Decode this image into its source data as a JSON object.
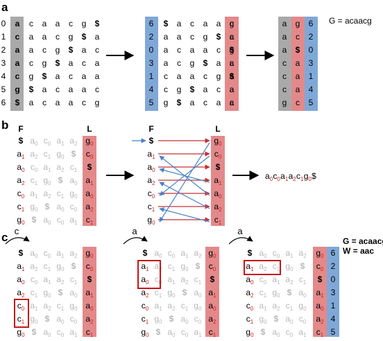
{
  "panel_labels": {
    "a": "a",
    "b": "b",
    "c": "c"
  },
  "colors": {
    "gray_column": "#a9a9a9",
    "red_column": "#e3898a",
    "blue_column": "#7fa8d8",
    "red_text": "#d01e1e",
    "blue_arrow": "#4a82c8",
    "red_arrow": "#c83030",
    "light_text": "#b8b8b8",
    "box": "#c81414"
  },
  "panel_a": {
    "genome_label": "G = acaacg",
    "row_indices": [
      "0",
      "1",
      "2",
      "3",
      "4",
      "5",
      "6"
    ],
    "rotations": [
      [
        "a",
        "c",
        "a",
        "a",
        "c",
        "g",
        "$"
      ],
      [
        "c",
        "a",
        "a",
        "c",
        "g",
        "$",
        "a"
      ],
      [
        "a",
        "a",
        "c",
        "g",
        "$",
        "a",
        "c"
      ],
      [
        "a",
        "c",
        "g",
        "$",
        "a",
        "c",
        "a"
      ],
      [
        "c",
        "g",
        "$",
        "a",
        "c",
        "a",
        "a"
      ],
      [
        "g",
        "$",
        "a",
        "c",
        "a",
        "a",
        "c"
      ],
      [
        "$",
        "a",
        "c",
        "a",
        "a",
        "c",
        "g"
      ]
    ],
    "sorted_offsets": [
      "6",
      "2",
      "0",
      "3",
      "1",
      "4",
      "5"
    ],
    "sorted_rotations": [
      [
        "$",
        "a",
        "c",
        "a",
        "a",
        "c",
        "g"
      ],
      [
        "a",
        "a",
        "c",
        "g",
        "$",
        "a",
        "c"
      ],
      [
        "a",
        "c",
        "a",
        "a",
        "c",
        "g",
        "$"
      ],
      [
        "a",
        "c",
        "g",
        "$",
        "a",
        "c",
        "a"
      ],
      [
        "c",
        "a",
        "a",
        "c",
        "g",
        "$",
        "a"
      ],
      [
        "c",
        "g",
        "$",
        "a",
        "c",
        "a",
        "a"
      ],
      [
        "g",
        "$",
        "a",
        "c",
        "a",
        "a",
        "c"
      ]
    ],
    "final_rows": [
      [
        "a",
        "g",
        "6"
      ],
      [
        "a",
        "c",
        "2"
      ],
      [
        "a",
        "$",
        "0"
      ],
      [
        "c",
        "a",
        "3"
      ],
      [
        "c",
        "a",
        "1"
      ],
      [
        "c",
        "a",
        "4"
      ],
      [
        "g",
        "c",
        "5"
      ]
    ]
  },
  "panel_b": {
    "header_F": "F",
    "header_L": "L",
    "rows": [
      {
        "first": "$",
        "first_sub": "",
        "mid": [
          [
            "a",
            "0"
          ],
          [
            "c",
            "0"
          ],
          [
            "a",
            "1"
          ],
          [
            "a",
            "2"
          ],
          [
            "c",
            "1"
          ]
        ],
        "last": "g",
        "last_sub": "0"
      },
      {
        "first": "a",
        "first_sub": "1",
        "mid": [
          [
            "a",
            "2"
          ],
          [
            "c",
            "1"
          ],
          [
            "g",
            "0"
          ],
          [
            "$",
            ""
          ],
          [
            "a",
            "0"
          ]
        ],
        "last": "c",
        "last_sub": "0"
      },
      {
        "first": "a",
        "first_sub": "0",
        "mid": [
          [
            "c",
            "0"
          ],
          [
            "a",
            "1"
          ],
          [
            "a",
            "2"
          ],
          [
            "c",
            "1"
          ],
          [
            "g",
            "0"
          ]
        ],
        "last": "$",
        "last_sub": ""
      },
      {
        "first": "a",
        "first_sub": "2",
        "mid": [
          [
            "c",
            "1"
          ],
          [
            "g",
            "0"
          ],
          [
            "$",
            ""
          ],
          [
            "a",
            "0"
          ],
          [
            "c",
            "0"
          ]
        ],
        "last": "a",
        "last_sub": "1"
      },
      {
        "first": "c",
        "first_sub": "0",
        "mid": [
          [
            "a",
            "1"
          ],
          [
            "a",
            "2"
          ],
          [
            "c",
            "1"
          ],
          [
            "g",
            "0"
          ],
          [
            "$",
            ""
          ]
        ],
        "last": "a",
        "last_sub": "0"
      },
      {
        "first": "c",
        "first_sub": "1",
        "mid": [
          [
            "g",
            "0"
          ],
          [
            "$",
            ""
          ],
          [
            "a",
            "0"
          ],
          [
            "c",
            "0"
          ],
          [
            "a",
            "1"
          ]
        ],
        "last": "a",
        "last_sub": "2"
      },
      {
        "first": "g",
        "first_sub": "0",
        "mid": [
          [
            "$",
            ""
          ],
          [
            "a",
            "0"
          ],
          [
            "c",
            "0"
          ],
          [
            "a",
            "1"
          ],
          [
            "a",
            "2"
          ]
        ],
        "last": "c",
        "last_sub": "1"
      }
    ],
    "result_parts": [
      [
        "a",
        "0"
      ],
      [
        "c",
        "0"
      ],
      [
        "a",
        "1"
      ],
      [
        "a",
        "2"
      ],
      [
        "c",
        "1"
      ],
      [
        "g",
        "0"
      ],
      [
        "$",
        ""
      ]
    ]
  },
  "panel_c": {
    "genome_label": "G = acaacg",
    "pattern_label": "W = aac",
    "step_letters": [
      "c",
      "a",
      "a"
    ],
    "offsets": [
      "6",
      "2",
      "0",
      "3",
      "1",
      "4",
      "5"
    ]
  }
}
